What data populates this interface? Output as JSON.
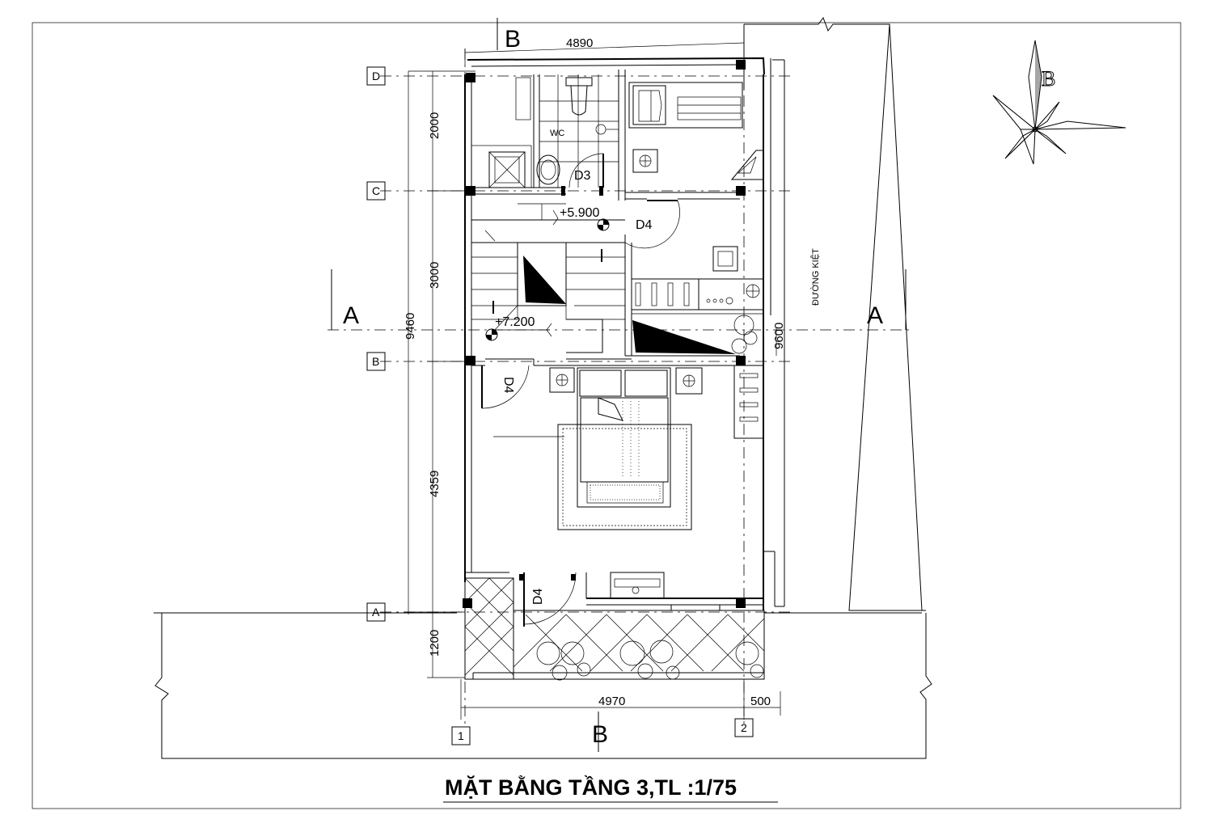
{
  "drawing": {
    "title": "MẶT BẰNG TẦNG 3,TL :1/75",
    "street_label": "ĐƯỜNG KIỆT",
    "north_label": "B"
  },
  "dimensions": {
    "top_width": "4890",
    "bottom_width": "4970",
    "bottom_offset": "500",
    "left_segments": [
      "2000",
      "3000",
      "4359",
      "1200"
    ],
    "left_total": "9460",
    "right_total": "9600"
  },
  "grid_axes": {
    "rows": [
      "D",
      "C",
      "B",
      "A"
    ],
    "columns": [
      "1",
      "2"
    ]
  },
  "sections": {
    "horizontal": [
      "A",
      "A"
    ],
    "vertical": [
      "B",
      "B"
    ]
  },
  "rooms": {
    "wc": "WC"
  },
  "doors": [
    "D3",
    "D4",
    "D4",
    "D4"
  ],
  "levels": [
    "+5.900",
    "+7.200"
  ]
}
